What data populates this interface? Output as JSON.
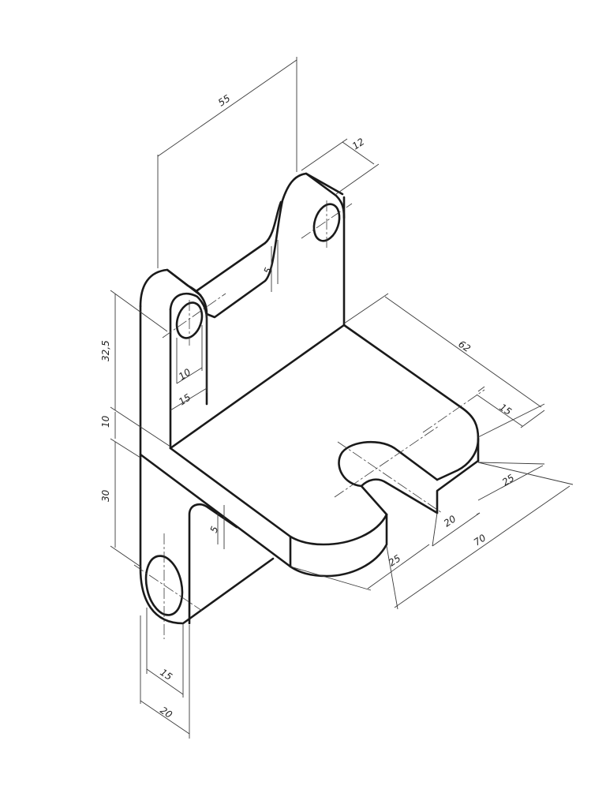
{
  "drawing": {
    "type": "isometric-technical-drawing",
    "line_color": "#1a1a1a",
    "background": "#ffffff",
    "dimensions": [
      {
        "id": "dim-55",
        "label": "55"
      },
      {
        "id": "dim-12",
        "label": "12"
      },
      {
        "id": "dim-5-top",
        "label": "5"
      },
      {
        "id": "dim-62",
        "label": "62"
      },
      {
        "id": "dim-15-right",
        "label": "15"
      },
      {
        "id": "dim-25-right",
        "label": "25"
      },
      {
        "id": "dim-20-right",
        "label": "20"
      },
      {
        "id": "dim-70",
        "label": "70"
      },
      {
        "id": "dim-25-bottom",
        "label": "25"
      },
      {
        "id": "dim-32-5",
        "label": "32,5"
      },
      {
        "id": "dim-10-left",
        "label": "10"
      },
      {
        "id": "dim-30",
        "label": "30"
      },
      {
        "id": "dim-10-hole",
        "label": "10"
      },
      {
        "id": "dim-15-upper",
        "label": "15"
      },
      {
        "id": "dim-5-lower",
        "label": "5"
      },
      {
        "id": "dim-15-bottom",
        "label": "15"
      },
      {
        "id": "dim-20-bottom",
        "label": "20"
      }
    ]
  }
}
